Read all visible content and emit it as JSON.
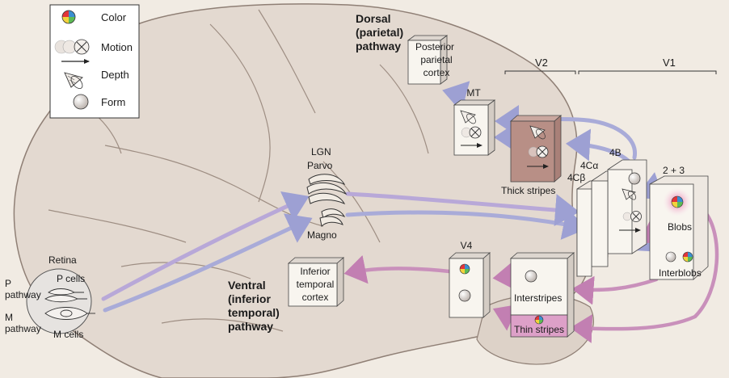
{
  "legend": {
    "items": [
      {
        "icon": "color-wheel-icon",
        "label": "Color"
      },
      {
        "icon": "motion-icon",
        "label": "Motion"
      },
      {
        "icon": "depth-cone-icon",
        "label": "Depth"
      },
      {
        "icon": "form-sphere-icon",
        "label": "Form"
      }
    ]
  },
  "pathways": {
    "dorsal": [
      "Dorsal",
      "(parietal)",
      "pathway"
    ],
    "ventral": [
      "Ventral",
      "(inferior",
      "temporal)",
      "pathway"
    ]
  },
  "areas": {
    "posterior_parietal": [
      "Posterior",
      "parietal",
      "cortex"
    ],
    "inferior_temporal": [
      "Inferior",
      "temporal",
      "cortex"
    ],
    "mt": "MT",
    "v4": "V4",
    "v2": "V2",
    "v1": "V1",
    "layers": {
      "l4ca": "4Cα",
      "l4b": "4B",
      "l4cb": "4Cβ",
      "l23": "2 + 3"
    },
    "blobs": "Blobs",
    "interblobs": "Interblobs",
    "thick_stripes": "Thick stripes",
    "interstripes": "Interstripes",
    "thin_stripes": "Thin stripes"
  },
  "lgn": {
    "title": "LGN",
    "parvo": "Parvo",
    "magno": "Magno"
  },
  "retina": {
    "title": "Retina",
    "p_cells": "P cells",
    "m_cells": "M cells",
    "p_pathway": [
      "P",
      "pathway"
    ],
    "m_pathway": [
      "M",
      "pathway"
    ]
  },
  "colors": {
    "background": "#f1ebe3",
    "brain_fill": "#e3d9d0",
    "brain_outline": "#8f7f75",
    "magno_arrow": "#a9abd8",
    "parvo_arrow": "#c990bb",
    "thick_stripe_fill": "#b88f86",
    "thin_stripe_fill": "#dda0c8",
    "box_fill": "#f8f5ef"
  }
}
